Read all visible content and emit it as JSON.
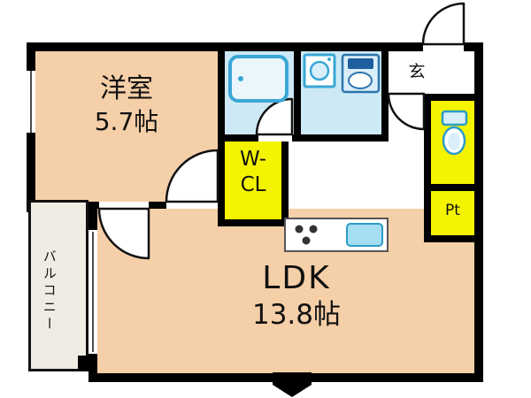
{
  "floorplan": {
    "western_room": {
      "name": "洋室",
      "area": "5.7帖"
    },
    "ldk": {
      "name": "LDK",
      "area": "13.8帖"
    },
    "walk_in_closet": {
      "line1": "W-",
      "line2": "CL"
    },
    "balcony": {
      "name": "バルコニー"
    },
    "entrance": {
      "name": "玄"
    },
    "pipe_space": {
      "name": "Pt"
    }
  },
  "colors": {
    "wall": "#000000",
    "room": "#f5cfa8",
    "closet": "#f4f400",
    "wet_area": "#cde9f6",
    "fixture": "#3aa7d6",
    "balcony": "#efece4"
  },
  "icons": {
    "bathtub": "bathtub-icon",
    "washing_machine": "washing-machine-icon",
    "vanity": "vanity-icon",
    "toilet": "toilet-icon",
    "stove": "stove-icon",
    "sink": "sink-icon",
    "entrance_door": "door-arc-icon",
    "direction_marker": "direction-marker-icon"
  }
}
